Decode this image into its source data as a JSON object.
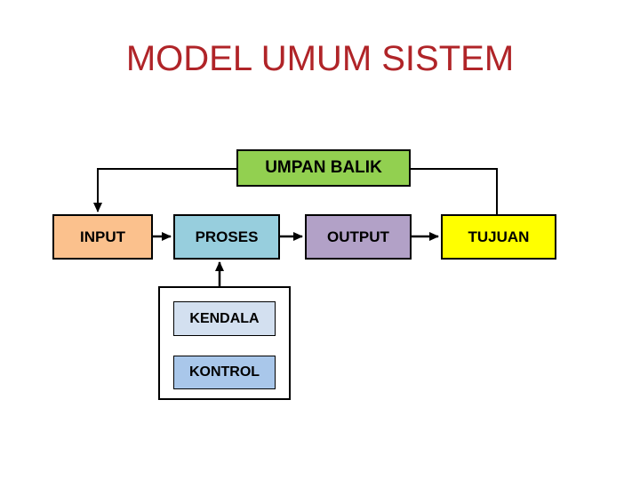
{
  "slide": {
    "title": "MODEL UMUM SISTEM",
    "title_color": "#B02428",
    "background_color": "#FFFFFF",
    "line_color": "#000000"
  },
  "diagram": {
    "umpan_balik": {
      "label": "UMPAN BALIK",
      "fill": "#92D050"
    },
    "input": {
      "label": "INPUT",
      "fill": "#FBC18D"
    },
    "proses": {
      "label": "PROSES",
      "fill": "#97CEDD"
    },
    "output": {
      "label": "OUTPUT",
      "fill": "#B2A1C7"
    },
    "tujuan": {
      "label": "TUJUAN",
      "fill": "#FFFF00"
    },
    "kendala": {
      "label": "KENDALA",
      "fill": "#D3E0F0"
    },
    "kontrol": {
      "label": "KONTROL",
      "fill": "#A9C7EA"
    },
    "flow": [
      "INPUT -> PROSES",
      "PROSES -> OUTPUT",
      "OUTPUT -> TUJUAN",
      "TUJUAN -> UMPAN BALIK -> INPUT",
      "KENDALA/KONTROL -> PROSES"
    ]
  }
}
